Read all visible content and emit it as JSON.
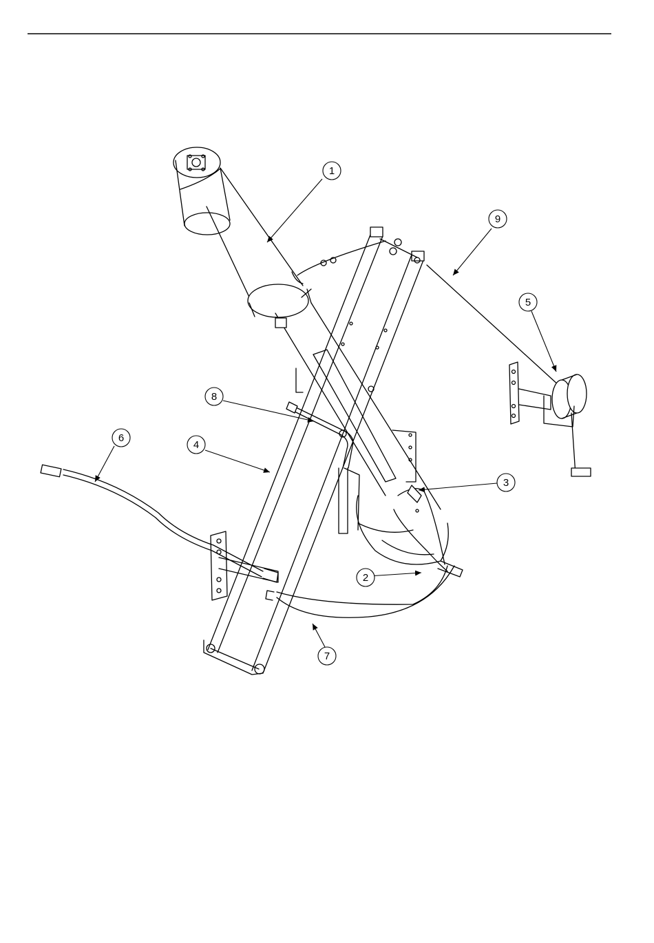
{
  "page": {
    "rule_color": "#000000"
  },
  "callouts": [
    {
      "label": "1"
    },
    {
      "label": "2"
    },
    {
      "label": "3"
    },
    {
      "label": "4"
    },
    {
      "label": "5"
    },
    {
      "label": "6"
    },
    {
      "label": "7"
    },
    {
      "label": "8"
    },
    {
      "label": "9"
    }
  ]
}
